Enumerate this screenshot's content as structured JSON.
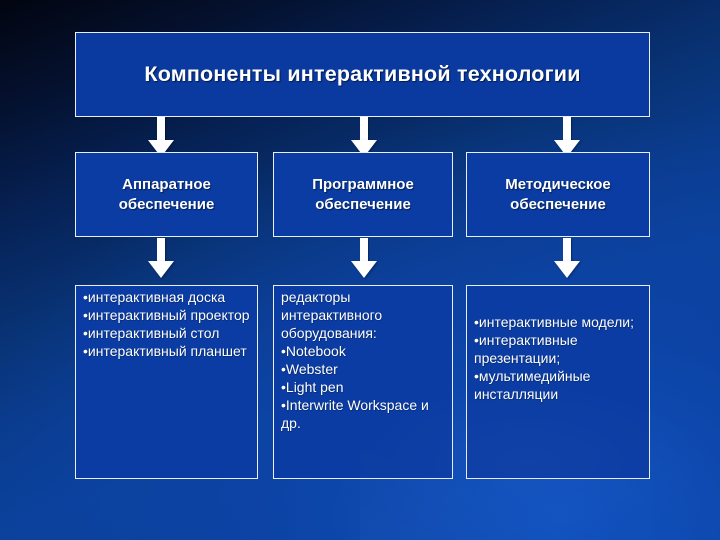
{
  "slide": {
    "background_top_color": "#020510",
    "background_bottom_color": "#0b419a",
    "box_fill_color": "#0a3ca2",
    "box_border_color": "#e9eef8",
    "text_color": "#ffffff"
  },
  "title": {
    "text": "Компоненты интерактивной технологии"
  },
  "categories": [
    {
      "line1": "Аппаратное",
      "line2": "обеспечение"
    },
    {
      "line1": "Программное",
      "line2": "обеспечение"
    },
    {
      "line1": "Методическое",
      "line2": "обеспечение"
    }
  ],
  "details": [
    {
      "intro": "",
      "items": [
        "•интерактивная доска",
        "•интерактивный проектор",
        "•интерактивный стол",
        "•интерактивный планшет"
      ],
      "text": "•интерактивная доска •интерактивный проектор •интерактивный стол •интерактивный планшет"
    },
    {
      "intro": "редакторы интерактивного оборудования:",
      "items": [
        "•Notebook",
        "•Webster",
        "•Light pen",
        "•Interwrite Workspace и др."
      ],
      "text": "редакторы интерактивного оборудования: •Notebook •Webster •Light pen •Interwrite Workspace и др."
    },
    {
      "intro": "",
      "items": [
        "•интерактивные модели;",
        "•интерактивные презентации;",
        "•мультимедийные инсталляции"
      ],
      "text": "•интерактивные модели; •интерактивные презентации; •мультимедийные инсталляции"
    }
  ],
  "arrows": {
    "icon": "arrow-down-icon",
    "count": 6,
    "color": "#ffffff"
  }
}
